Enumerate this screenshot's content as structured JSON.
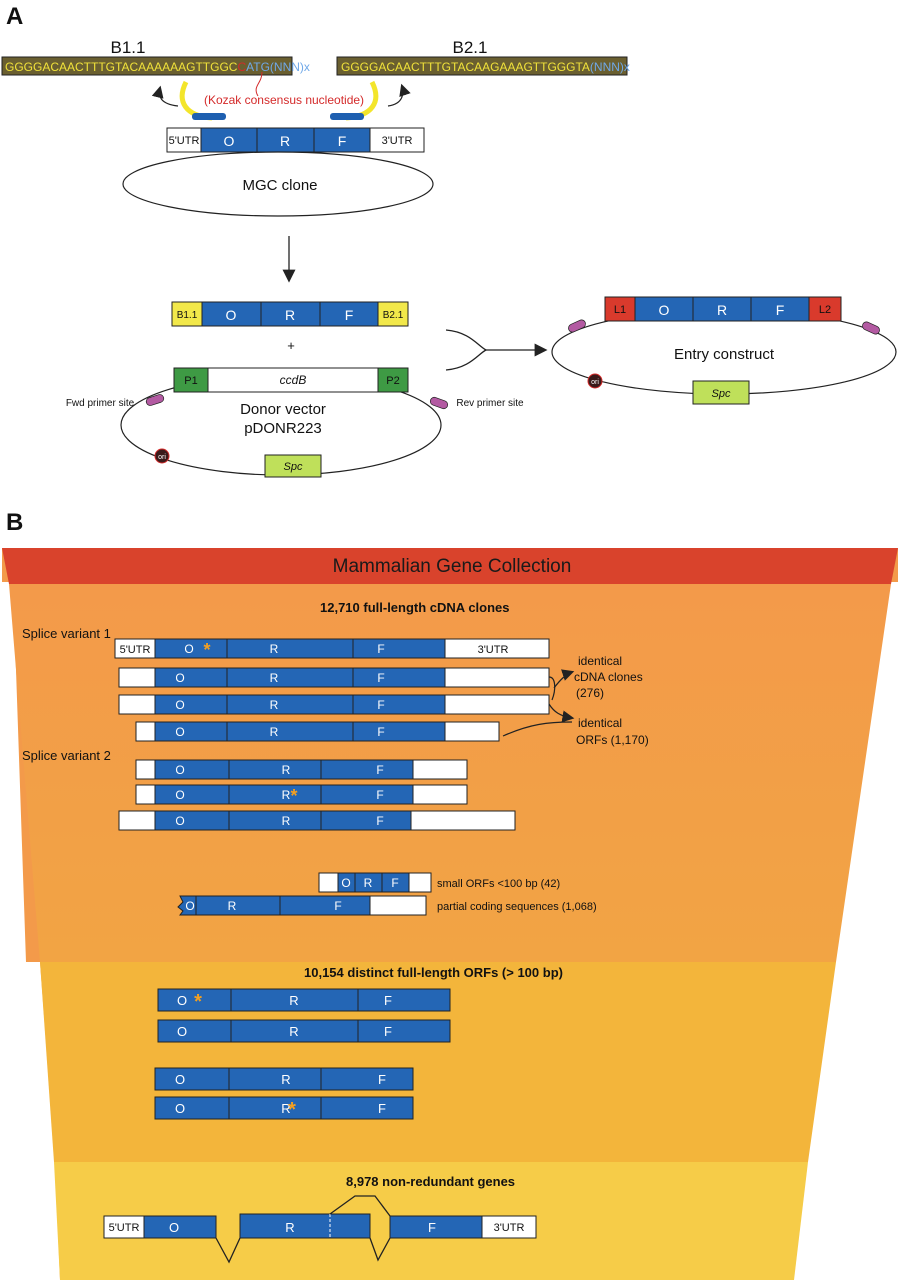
{
  "panel_a": {
    "label": "A",
    "seq_left_title": "B1.1",
    "seq_left_text": "GGGGACAACTTTGTACAAAAAAGTTGGC",
    "seq_left_kozak": "C",
    "seq_left_tail": "ATG(NNN)x",
    "seq_right_title": "B2.1",
    "seq_right_text": "GGGGACAACTTTGTACAAGAAAGTTGGGTA",
    "seq_right_tail": "(NNN)x",
    "kozak_note": "(Kozak consensus nucleotide)",
    "utr5": "5'UTR",
    "utr3": "3'UTR",
    "orf": [
      "O",
      "R",
      "F"
    ],
    "mgc_clone": "MGC clone",
    "b11": "B1.1",
    "b21": "B2.1",
    "plus": "+",
    "p1": "P1",
    "ccdb": "ccdB",
    "p2": "P2",
    "fwd_primer": "Fwd primer site",
    "rev_primer": "Rev primer site",
    "donor_line1": "Donor vector",
    "donor_line2": "pDONR223",
    "ori": "ori",
    "spc": "Spc",
    "l1": "L1",
    "l2": "L2",
    "entry": "Entry construct"
  },
  "panel_b": {
    "label": "B",
    "header": "Mammalian Gene Collection",
    "section1_title": "12,710 full-length cDNA clones",
    "splice1": "Splice variant 1",
    "splice2": "Splice variant 2",
    "utr5": "5'UTR",
    "utr3": "3'UTR",
    "orf": [
      "O",
      "R",
      "F"
    ],
    "identical_cdna": [
      "identical",
      "cDNA clones",
      "(276)"
    ],
    "identical_orfs": [
      "identical",
      "ORFs (1,170)"
    ],
    "small_orfs": "small ORFs <100 bp (42)",
    "partial": "partial coding sequences (1,068)",
    "asterisk": "*",
    "section2_title": "10,154 distinct full-length ORFs (> 100 bp)",
    "section3_title": "8,978 non-redundant genes"
  },
  "colors": {
    "orf_blue": "#2466b5",
    "seq_yellow": "#f0e23a",
    "seq_blue": "#3d7cc9",
    "kozak_red": "#d42a2a",
    "yellow_arc": "#f3e52b",
    "b_box": "#f2e84a",
    "p_box": "#3e9a44",
    "l_box": "#d93a2c",
    "spc_box": "#bfe05a",
    "primer_pink": "#b35aa2",
    "header_red": "#d9432c",
    "band1": "#f39a4a",
    "band2": "#f3b53b",
    "band3": "#f6cc48",
    "asterisk_orange": "#f5a020"
  }
}
